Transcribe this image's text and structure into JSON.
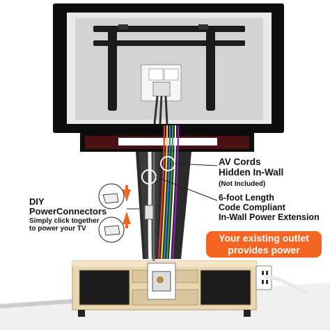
{
  "av_cords": {
    "title_line1": "AV Cords",
    "title_line2": "Hidden In-Wall",
    "note": "(Not Included)"
  },
  "extension": {
    "line1": "6-foot Length",
    "line2": "Code Compliant",
    "line3": "In-Wall Power Extension"
  },
  "diy": {
    "line1": "DIY",
    "line2": "PowerConnectors",
    "line3": "Simply click together",
    "line4": "to power your TV"
  },
  "outlet_callout": {
    "line1": "Your existing outlet",
    "line2": "provides power"
  },
  "colors": {
    "callout": "#f26522",
    "arrows": "#f26522",
    "tv_bezel": "#111111",
    "wall": "#d6d6d6",
    "wood": "#e8d7b2"
  }
}
